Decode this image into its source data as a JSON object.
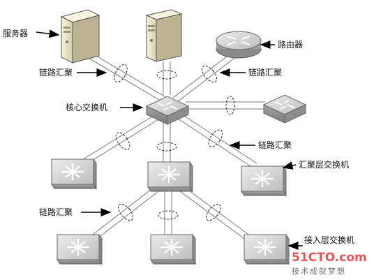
{
  "labels": {
    "server": "服务器",
    "router": "路由器",
    "core_switch": "核心交换机",
    "agg_switch": "汇聚层交换机",
    "access_switch": "接入层交换机",
    "link_agg_1": "链路汇聚",
    "link_agg_2": "链路汇聚",
    "link_agg_3": "链路汇聚",
    "link_agg_4": "链路汇聚"
  },
  "watermark": {
    "site": "51CTO.com",
    "slogan": "技术成就梦想"
  },
  "colors": {
    "switch_top": "#d4d4d4",
    "switch_side": "#9a9a9a",
    "server_body": "#ede7c9",
    "watermark": "#e53935"
  },
  "icons": {
    "server": "server-tower-icon",
    "router": "router-icon",
    "switch": "switch-icon",
    "arrow": "pointer-arrow-icon"
  }
}
